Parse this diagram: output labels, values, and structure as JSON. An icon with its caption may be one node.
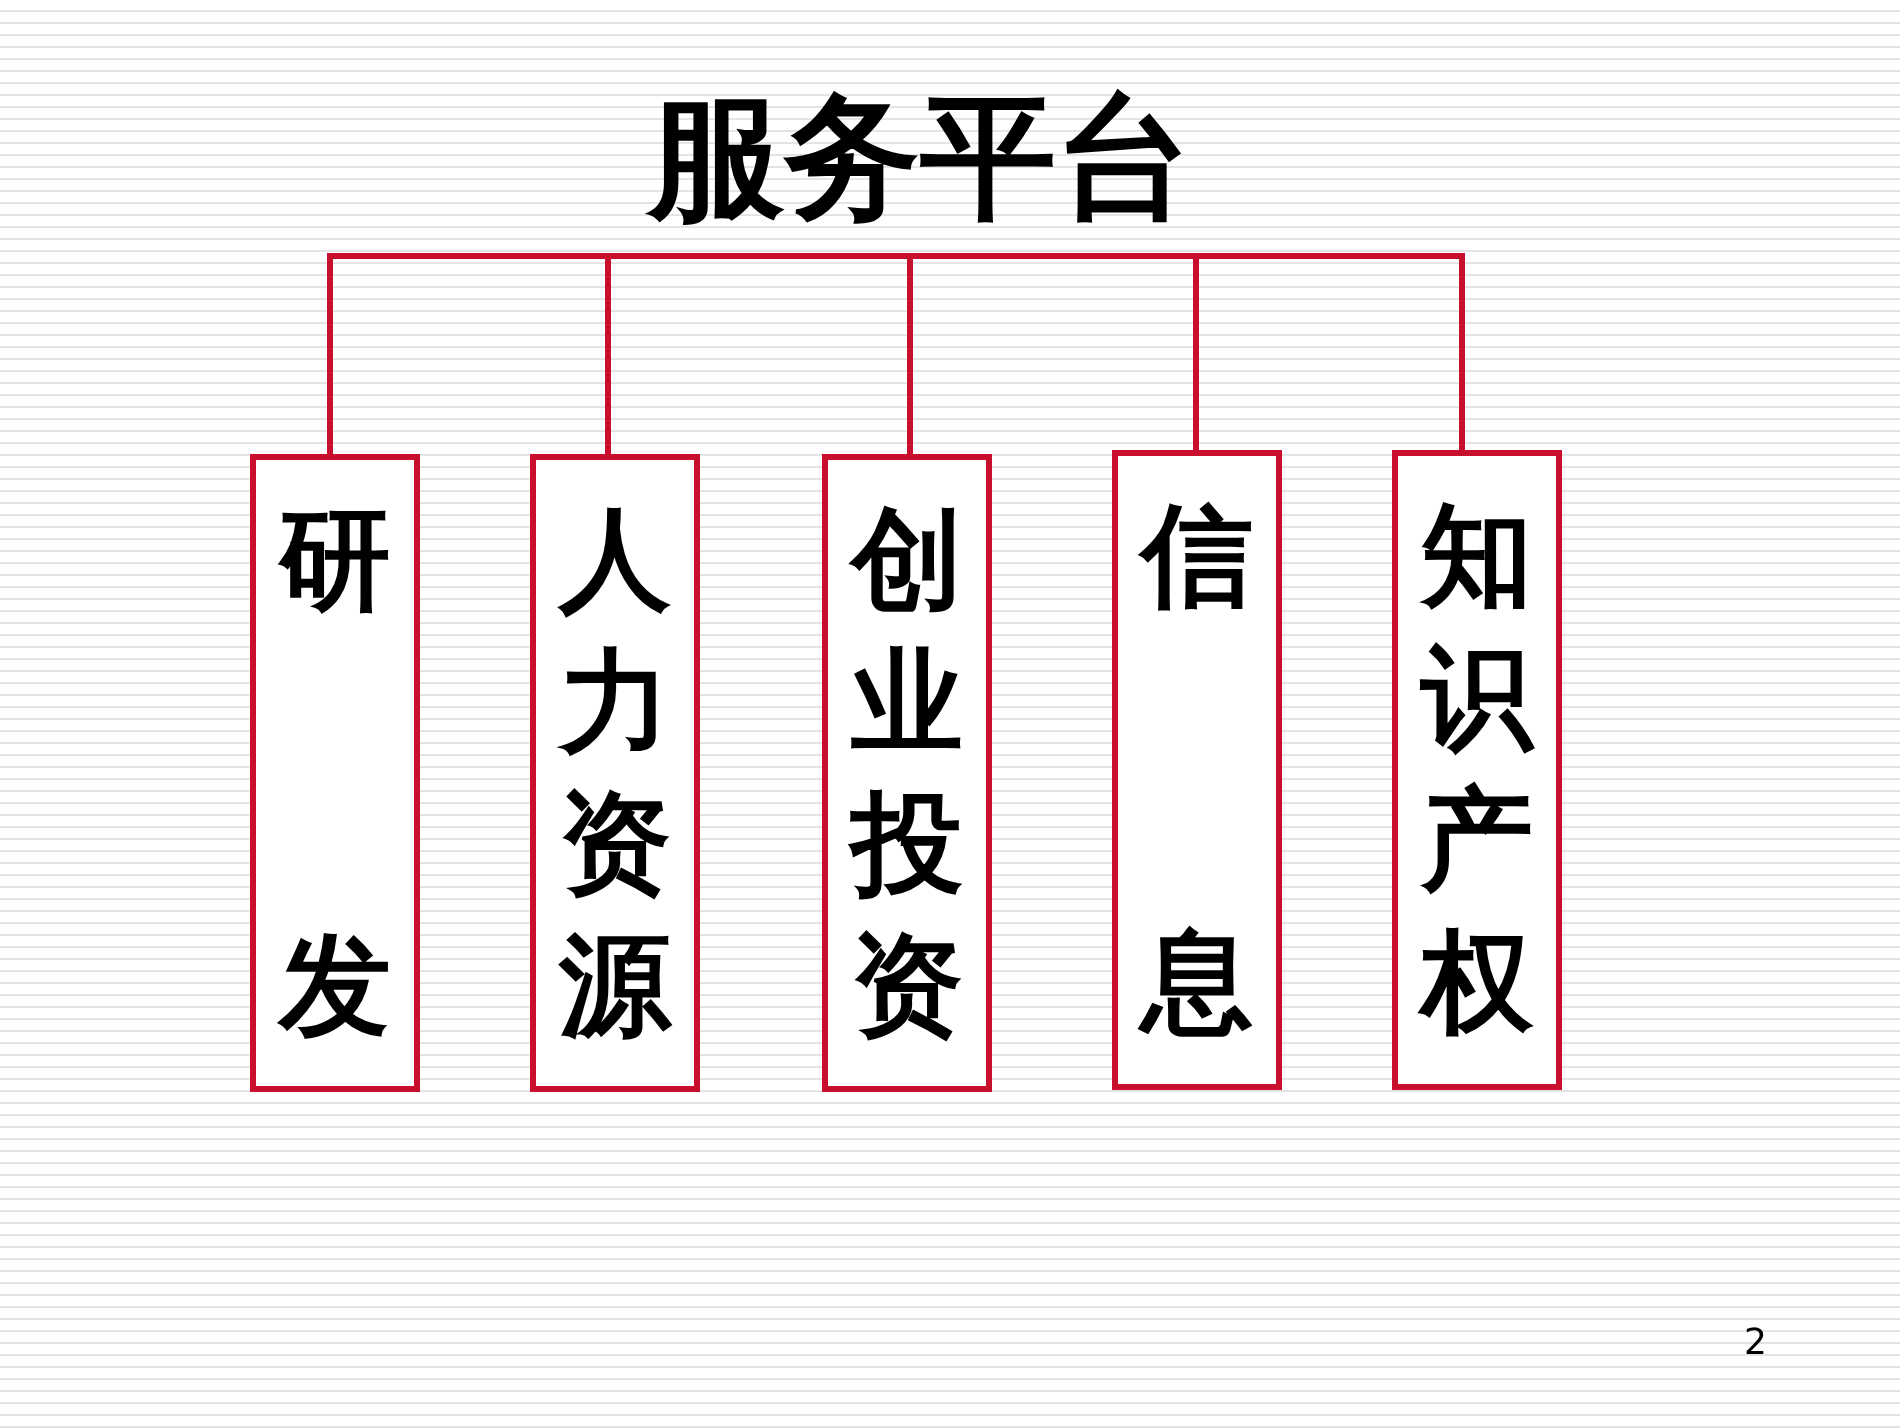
{
  "diagram": {
    "nodes": [
      {
        "text": [
          "服务平台"
        ]
      },
      {
        "text": [
          "研",
          "发"
        ]
      },
      {
        "text": [
          "人力资源"
        ]
      },
      {
        "text": [
          "创业投资"
        ]
      },
      {
        "text": [
          "信",
          "息"
        ]
      },
      {
        "text": [
          "知识产权"
        ]
      }
    ],
    "edges": [
      {
        "from": 0,
        "to": 1,
        "arrow": "none"
      },
      {
        "from": 0,
        "to": 2,
        "arrow": "none"
      },
      {
        "from": 0,
        "to": 3,
        "arrow": "none"
      },
      {
        "from": 0,
        "to": 4,
        "arrow": "none"
      },
      {
        "from": 0,
        "to": 5,
        "arrow": "none"
      }
    ],
    "labels": [
      "2"
    ]
  }
}
